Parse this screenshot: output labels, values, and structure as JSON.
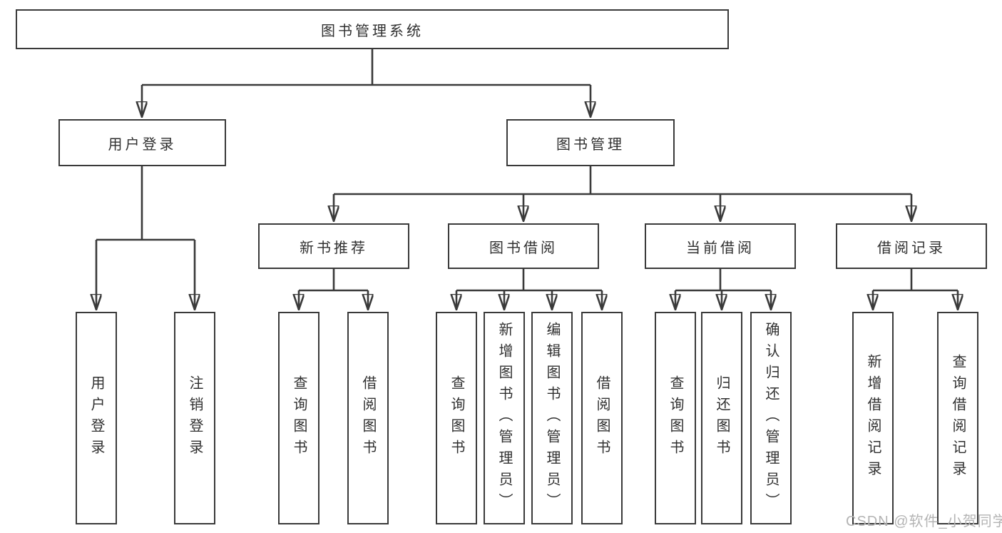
{
  "tree": {
    "label": "图书管理系统",
    "children": [
      {
        "label": "用户登录",
        "children": [
          {
            "label": "用户登录"
          },
          {
            "label": "注销登录"
          }
        ]
      },
      {
        "label": "图书管理",
        "children": [
          {
            "label": "新书推荐",
            "children": [
              {
                "label": "查询图书"
              },
              {
                "label": "借阅图书"
              }
            ]
          },
          {
            "label": "图书借阅",
            "children": [
              {
                "label": "查询图书"
              },
              {
                "label": "新增图书（管理员）"
              },
              {
                "label": "编辑图书（管理员）"
              },
              {
                "label": "借阅图书"
              }
            ]
          },
          {
            "label": "当前借阅",
            "children": [
              {
                "label": "查询图书"
              },
              {
                "label": "归还图书"
              },
              {
                "label": "确认归还（管理员）"
              }
            ]
          },
          {
            "label": "借阅记录",
            "children": [
              {
                "label": "新增借阅记录"
              },
              {
                "label": "查询借阅记录"
              }
            ]
          }
        ]
      }
    ]
  },
  "watermark": {
    "text": "CSDN @软件_小贺同学"
  },
  "colors": {
    "line": "#3a3a3a",
    "text": "#303030",
    "box_fill": "#ffffff",
    "watermark": "#b4b4b4",
    "background": "#ffffff"
  }
}
